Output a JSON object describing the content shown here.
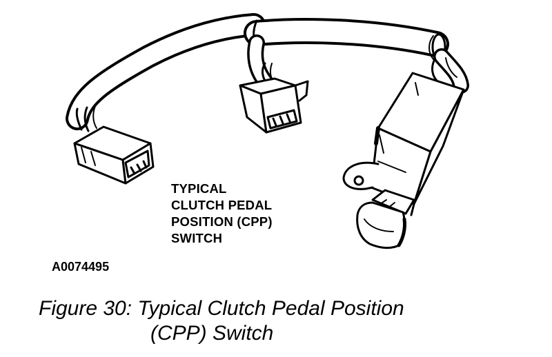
{
  "diagram": {
    "callout_lines": [
      "TYPICAL",
      "CLUTCH PEDAL",
      "POSITION (CPP)",
      "SWITCH"
    ],
    "figure_code": "A0074495"
  },
  "caption": {
    "line1": "Figure 30: Typical Clutch Pedal Position",
    "line2": "(CPP) Switch"
  },
  "colors": {
    "ink": "#000000",
    "paper": "#ffffff"
  }
}
